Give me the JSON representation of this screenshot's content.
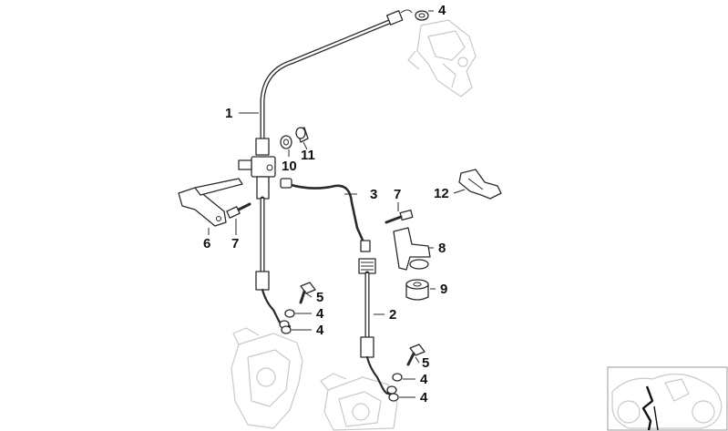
{
  "diagram": {
    "callouts": [
      {
        "id": "c1",
        "text": "1"
      },
      {
        "id": "c2",
        "text": "2"
      },
      {
        "id": "c3",
        "text": "3"
      },
      {
        "id": "c4a",
        "text": "4"
      },
      {
        "id": "c4b",
        "text": "4"
      },
      {
        "id": "c4c",
        "text": "4"
      },
      {
        "id": "c4d",
        "text": "4"
      },
      {
        "id": "c4e",
        "text": "4"
      },
      {
        "id": "c5a",
        "text": "5"
      },
      {
        "id": "c5b",
        "text": "5"
      },
      {
        "id": "c6",
        "text": "6"
      },
      {
        "id": "c7a",
        "text": "7"
      },
      {
        "id": "c7b",
        "text": "7"
      },
      {
        "id": "c8",
        "text": "8"
      },
      {
        "id": "c9",
        "text": "9"
      },
      {
        "id": "c10",
        "text": "10"
      },
      {
        "id": "c11",
        "text": "11"
      },
      {
        "id": "c12",
        "text": "12"
      }
    ],
    "colors": {
      "line": "#2a2a2a",
      "ghost": "#c9c9c9",
      "background": "#ffffff"
    }
  }
}
